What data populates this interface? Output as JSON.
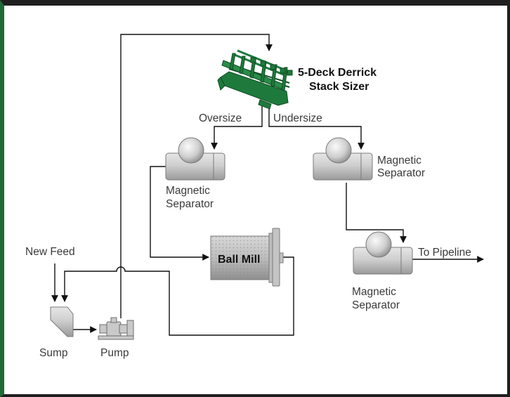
{
  "equipment": {
    "screen": {
      "line1": "5-Deck Derrick",
      "line2": "Stack Sizer"
    },
    "separator_left": {
      "line1": "Magnetic",
      "line2": "Separator"
    },
    "separator_right": {
      "line1": "Magnetic",
      "line2": "Separator"
    },
    "separator_bottom": {
      "line1": "Magnetic",
      "line2": "Separator"
    },
    "ball_mill": "Ball Mill",
    "sump": "Sump",
    "pump": "Pump"
  },
  "streams": {
    "oversize": "Oversize",
    "undersize": "Undersize",
    "new_feed": "New Feed",
    "to_pipeline": "To Pipeline"
  },
  "colors": {
    "screen_green": "#1e7a3c",
    "border_green": "#1e6b37",
    "equipment_gray": "#b9b9b9"
  }
}
